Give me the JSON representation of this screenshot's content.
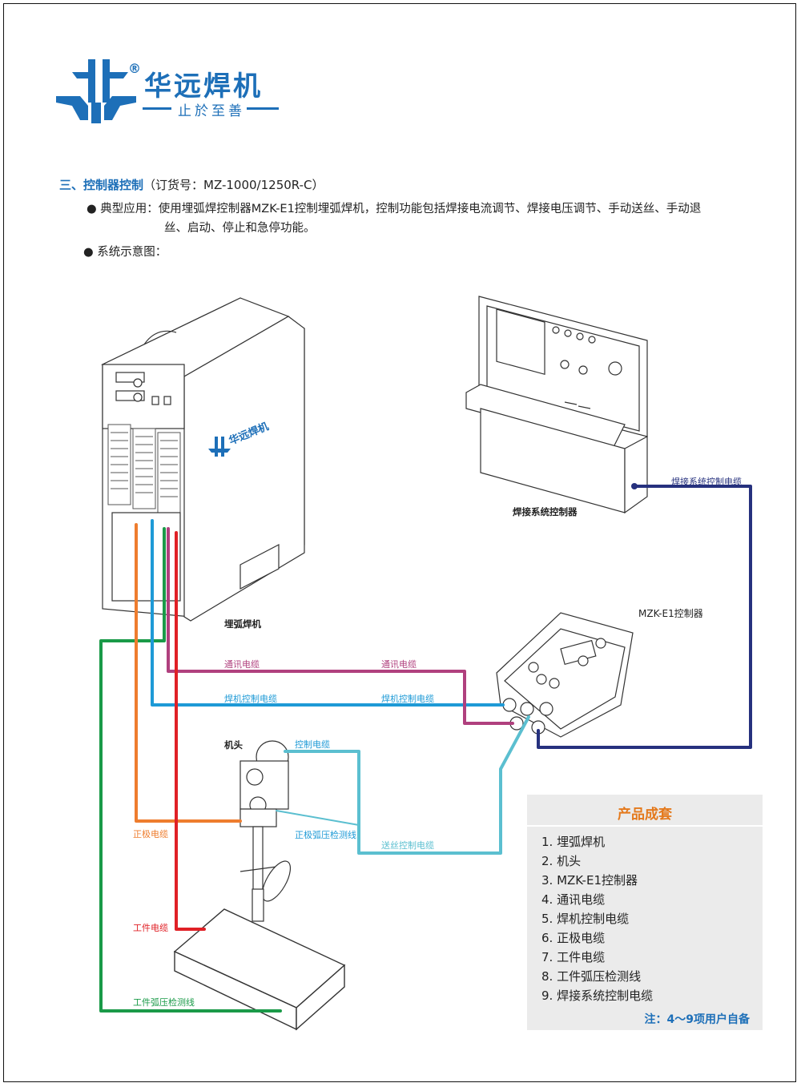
{
  "brand": {
    "name": "华远焊机",
    "registered": "®",
    "slogan": "止於至善",
    "color": "#1d6fb8"
  },
  "section": {
    "number_title": "三、控制器控制",
    "order_no": "（订货号：MZ-1000/1250R-C）",
    "app_line1": "● 典型应用：使用埋弧焊控制器MZK-E1控制埋弧焊机，控制功能包括焊接电流调节、焊接电压调节、手动送丝、手动退",
    "app_line2": "丝、启动、停止和急停功能。",
    "diagram_label": "● 系统示意图："
  },
  "diagram": {
    "welder_label": "埋弧焊机",
    "panel_label": "焊接系统控制器",
    "controller_label": "MZK-E1控制器",
    "head_label": "机头",
    "machine_logo_text": "华远焊机",
    "cables": {
      "comm": "通讯电缆",
      "welder_ctrl": "焊机控制电缆",
      "ctrl": "控制电缆",
      "arc_detect": "正极弧压检测线",
      "feed_ctrl": "送丝控制电缆",
      "positive": "正极电缆",
      "work": "工件电缆",
      "work_arc": "工件弧压检测线",
      "system_ctrl": "焊接系统控制电缆"
    },
    "colors": {
      "comm": "#b0407e",
      "welder_ctrl": "#1e9ad6",
      "ctrl": "#5bbfd0",
      "positive": "#ee7d2e",
      "work": "#e02026",
      "work_arc": "#1a9a48",
      "system_ctrl": "#26317e"
    }
  },
  "kit": {
    "title": "产品成套",
    "items": [
      "1. 埋弧焊机",
      "2. 机头",
      "3. MZK-E1控制器",
      "4. 通讯电缆",
      "5. 焊机控制电缆",
      "6. 正极电缆",
      "7. 工件电缆",
      "8. 工件弧压检测线",
      "9. 焊接系统控制电缆"
    ],
    "note": "注：4～9项用户自备"
  }
}
